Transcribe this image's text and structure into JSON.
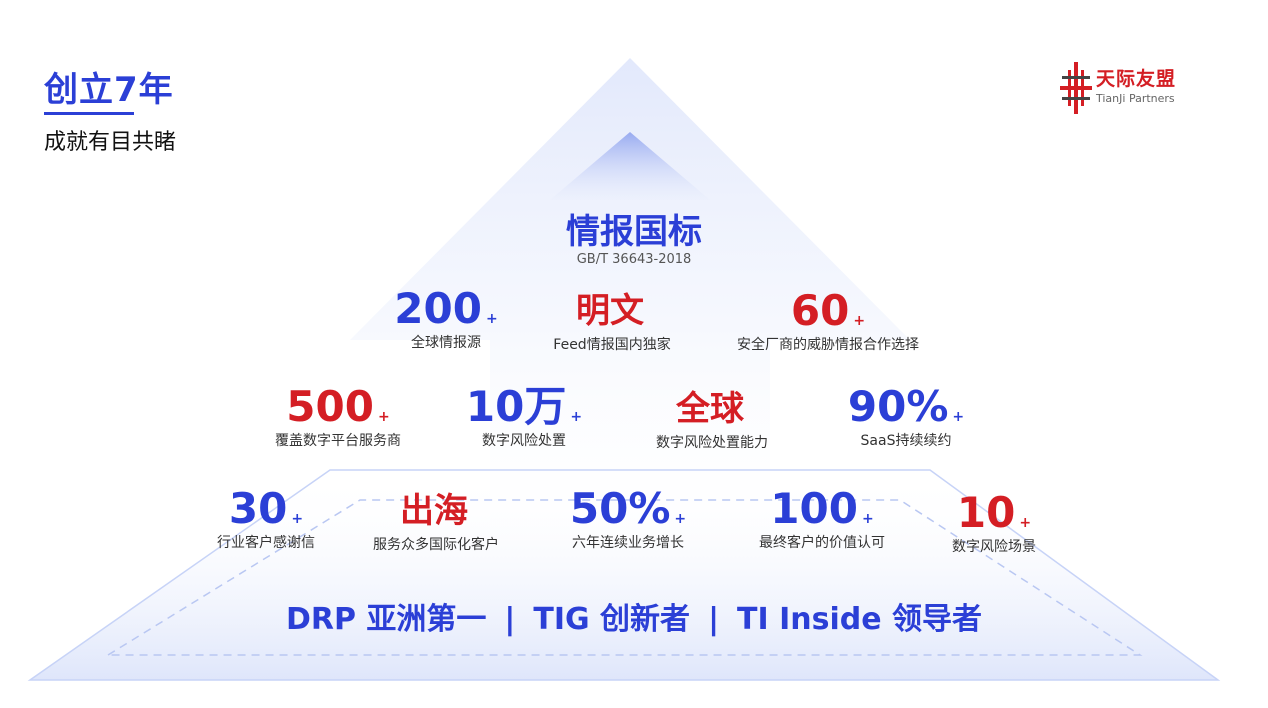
{
  "header": {
    "title": "创立7年",
    "subtitle": "成就有目共睹"
  },
  "logo": {
    "name_cn": "天际友盟",
    "name_en": "TianJi Partners"
  },
  "center": {
    "title": "情报国标",
    "subtitle": "GB/T 36643-2018"
  },
  "stats": [
    {
      "value": "200",
      "plus": "+",
      "label": "全球情报源",
      "color": "blue"
    },
    {
      "value": "明文",
      "plus": "",
      "label": "Feed情报国内独家",
      "color": "red"
    },
    {
      "value": "60",
      "plus": "+",
      "label": "安全厂商的威胁情报合作选择",
      "color": "red"
    },
    {
      "value": "500",
      "plus": "+",
      "label": "覆盖数字平台服务商",
      "color": "red"
    },
    {
      "value": "10万",
      "plus": "+",
      "label": "数字风险处置",
      "color": "blue"
    },
    {
      "value": "全球",
      "plus": "",
      "label": "数字风险处置能力",
      "color": "red"
    },
    {
      "value": "90%",
      "plus": "+",
      "label": "SaaS持续续约",
      "color": "blue"
    },
    {
      "value": "30",
      "plus": "+",
      "label": "行业客户感谢信",
      "color": "blue"
    },
    {
      "value": "出海",
      "plus": "",
      "label": "服务众多国际化客户",
      "color": "red"
    },
    {
      "value": "50%",
      "plus": "+",
      "label": "六年连续业务增长",
      "color": "blue"
    },
    {
      "value": "100",
      "plus": "+",
      "label": "最终客户的价值认可",
      "color": "blue"
    },
    {
      "value": "10",
      "plus": "+",
      "label": "数字风险场景",
      "color": "red"
    }
  ],
  "bottom": {
    "item1": "DRP 亚洲第一",
    "sep": "|",
    "item2": "TIG 创新者",
    "item3": "TI Inside 领导者"
  },
  "colors": {
    "brand_blue": "#2b3fd6",
    "brand_red": "#d41e24"
  }
}
